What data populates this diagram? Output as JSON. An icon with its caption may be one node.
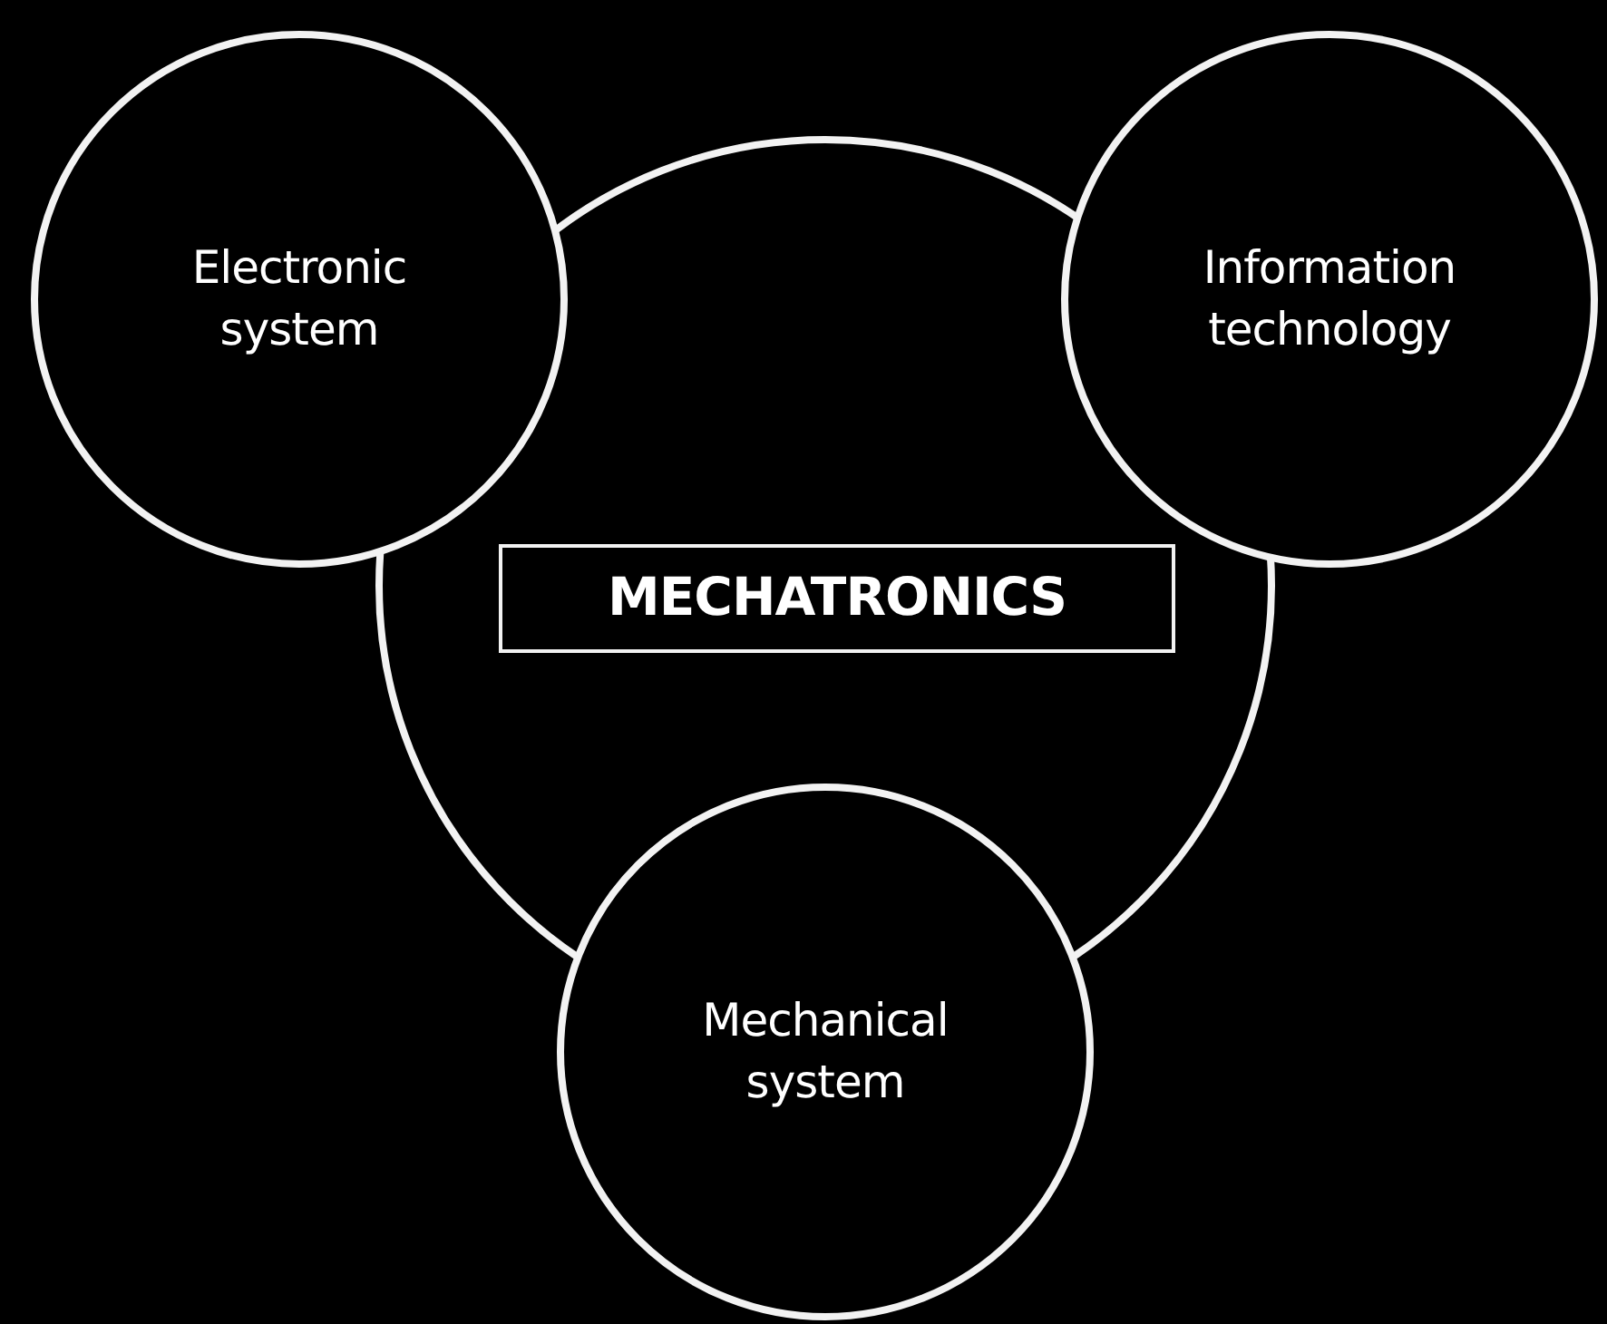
{
  "diagram": {
    "nodes": [
      {
        "text": [],
        "shape": "circle"
      },
      {
        "text": [
          "MECHATRONICS"
        ],
        "in": 0
      },
      {
        "text": [
          "Electronic system"
        ]
      },
      {
        "text": [
          "Information technology"
        ]
      },
      {
        "text": [
          "Mechanical system"
        ]
      }
    ]
  }
}
